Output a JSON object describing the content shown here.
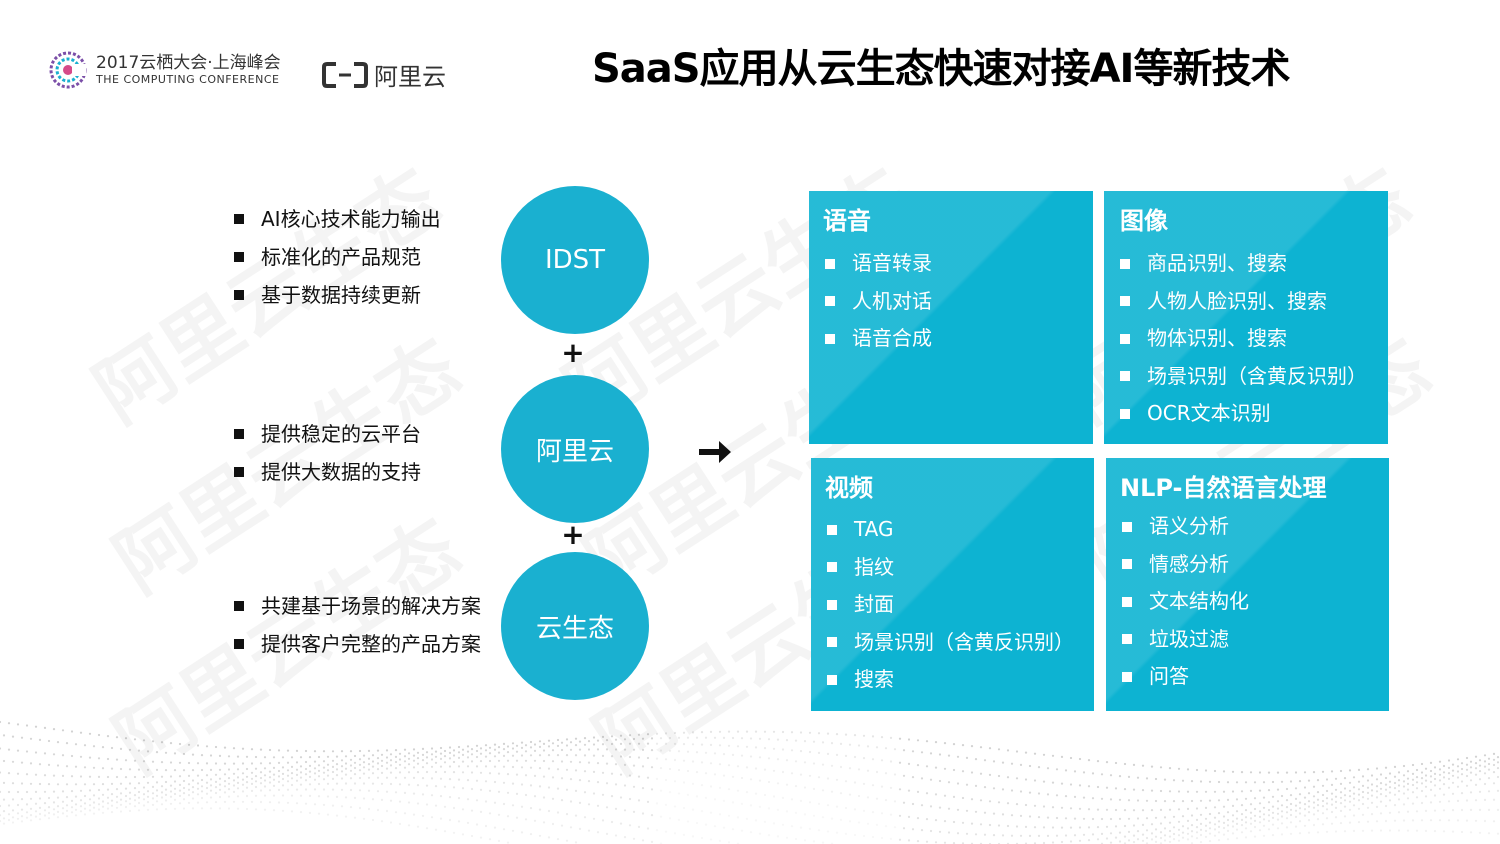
{
  "header": {
    "conference_title": "2017云栖大会·上海峰会",
    "conference_subtitle": "THE COMPUTING CONFERENCE",
    "brand_name": "阿里云",
    "page_title": "SaaS应用从云生态快速对接AI等新技术"
  },
  "watermark_text": "阿里云生态",
  "left_groups": [
    {
      "items": [
        "AI核心技术能力输出",
        "标准化的产品规范",
        "基于数据持续更新"
      ]
    },
    {
      "items": [
        "提供稳定的云平台",
        "提供大数据的支持"
      ]
    },
    {
      "items": [
        "共建基于场景的解决方案",
        "提供客户完整的产品方案"
      ]
    }
  ],
  "circles": [
    "IDST",
    "阿里云",
    "云生态"
  ],
  "plus_sign": "+",
  "panels": [
    {
      "title": "语音",
      "items": [
        "语音转录",
        "人机对话",
        "语音合成"
      ]
    },
    {
      "title": "图像",
      "items": [
        "商品识别、搜索",
        "人物人脸识别、搜索",
        "物体识别、搜索",
        "场景识别（含黄反识别）",
        "OCR文本识别"
      ]
    },
    {
      "title": "视频",
      "items": [
        "TAG",
        "指纹",
        "封面",
        "场景识别（含黄反识别）",
        "搜索"
      ]
    },
    {
      "title": "NLP-自然语言处理",
      "items": [
        "语义分析",
        "情感分析",
        "文本结构化",
        "垃圾过滤",
        "问答"
      ]
    }
  ],
  "colors": {
    "accent": "#1ab0d0",
    "panel": "#0db3d2"
  },
  "icons": [
    "conference-logo-icon",
    "aliyun-logo-icon",
    "arrow-right-icon",
    "square-bullet-icon"
  ]
}
